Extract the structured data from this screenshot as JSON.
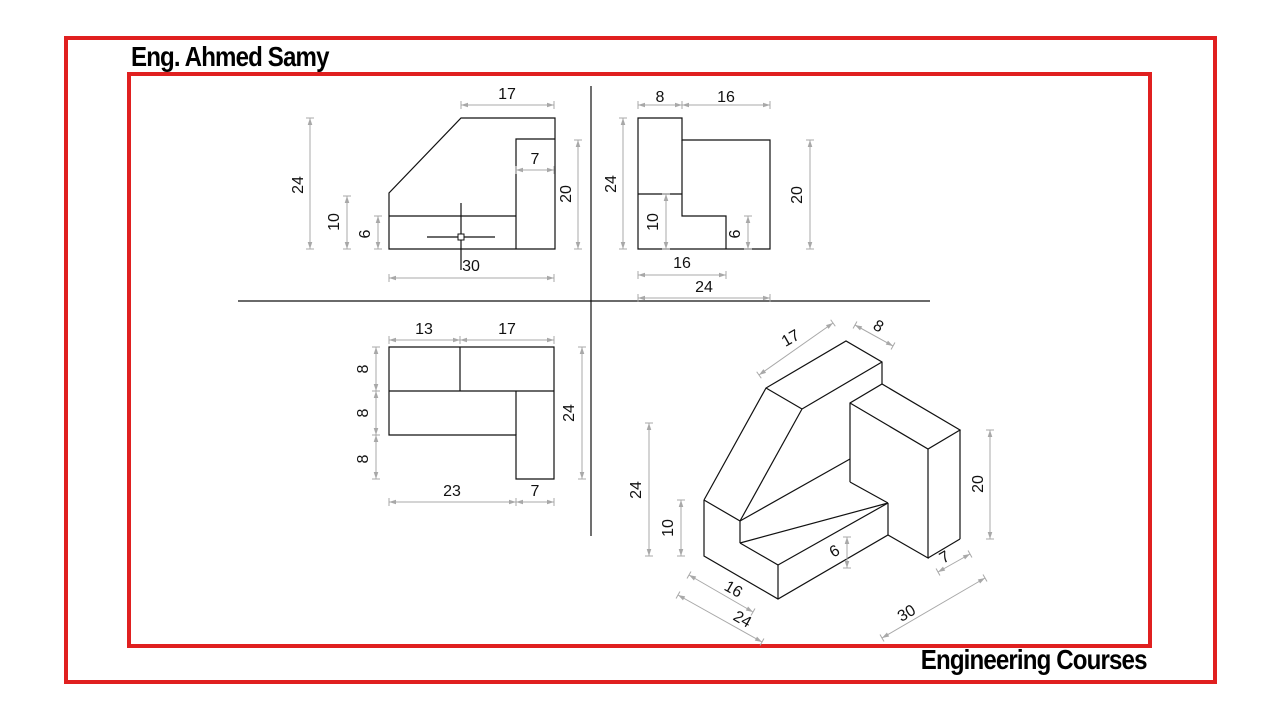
{
  "header": {
    "author": "Eng. Ahmed Samy"
  },
  "footer": {
    "label": "Engineering Courses"
  },
  "colors": {
    "frame": "#e02020",
    "line": "#111111",
    "dimension": "#a8a8a8"
  },
  "front_view": {
    "dims": [
      "17",
      "7",
      "24",
      "10",
      "6",
      "20",
      "30"
    ]
  },
  "side_view": {
    "dims": [
      "8",
      "16",
      "24",
      "10",
      "6",
      "20",
      "16",
      "24"
    ]
  },
  "top_view": {
    "dims": [
      "13",
      "17",
      "8",
      "8",
      "8",
      "24",
      "23",
      "7"
    ]
  },
  "isometric_view": {
    "dims": [
      "17",
      "8",
      "24",
      "10",
      "20",
      "6",
      "7",
      "16",
      "24",
      "30"
    ]
  }
}
